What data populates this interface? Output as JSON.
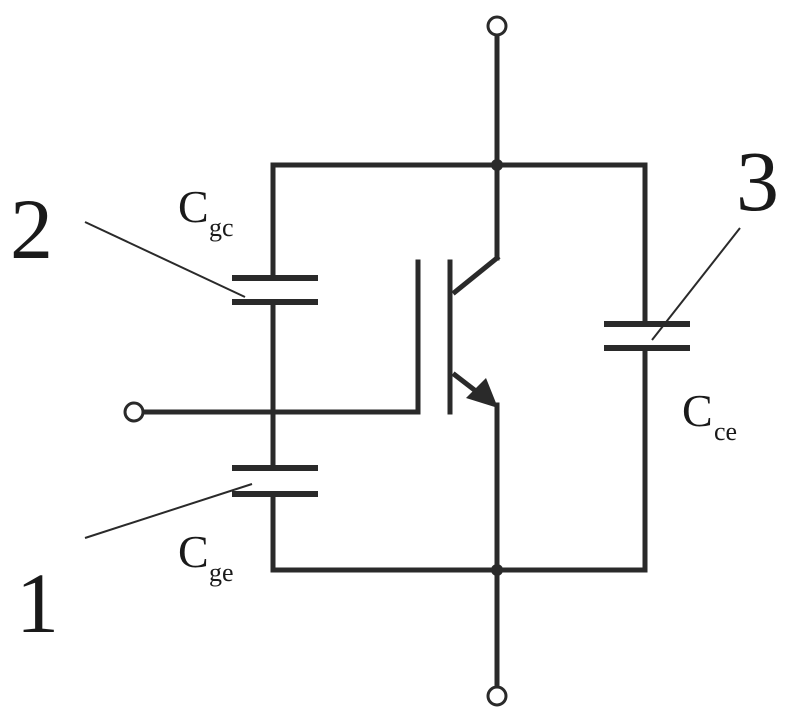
{
  "labels": {
    "callout_1": "1",
    "callout_2": "2",
    "callout_3": "3"
  },
  "capacitors": {
    "gc": {
      "letter": "C",
      "sub": "gc"
    },
    "ge": {
      "letter": "C",
      "sub": "ge"
    },
    "ce": {
      "letter": "C",
      "sub": "ce"
    }
  },
  "colors": {
    "ink": "#2a2a2a",
    "background": "#ffffff"
  }
}
